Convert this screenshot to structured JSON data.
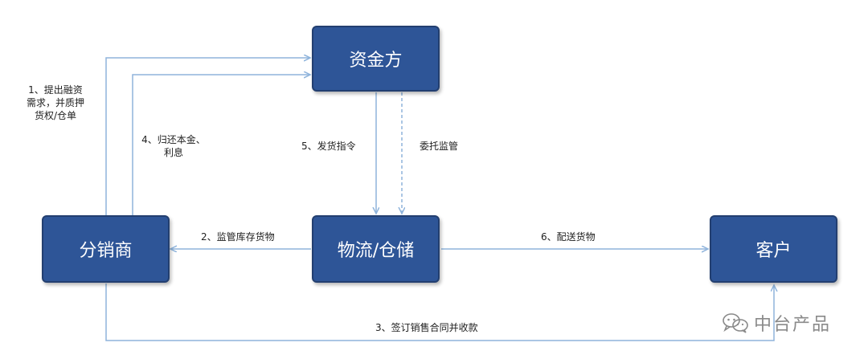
{
  "nodes": {
    "funder": "资金方",
    "distributor": "分销商",
    "logistics": "物流/仓储",
    "customer": "客户"
  },
  "edges": {
    "financing_request": "1、提出融资\n需求，并质押\n货权/仓单",
    "supervise_inventory": "2、监管库存货物",
    "sign_contract": "3、签订销售合同并收款",
    "repay": "4、归还本金、\n利息",
    "ship_order": "5、发货指令",
    "entrust_supervision": "委托监管",
    "deliver_goods": "6、配送货物"
  },
  "watermark": "中台产品",
  "colors": {
    "node_fill": "#2e5597",
    "node_border": "#233f70",
    "arrow": "#8fb4dc"
  }
}
